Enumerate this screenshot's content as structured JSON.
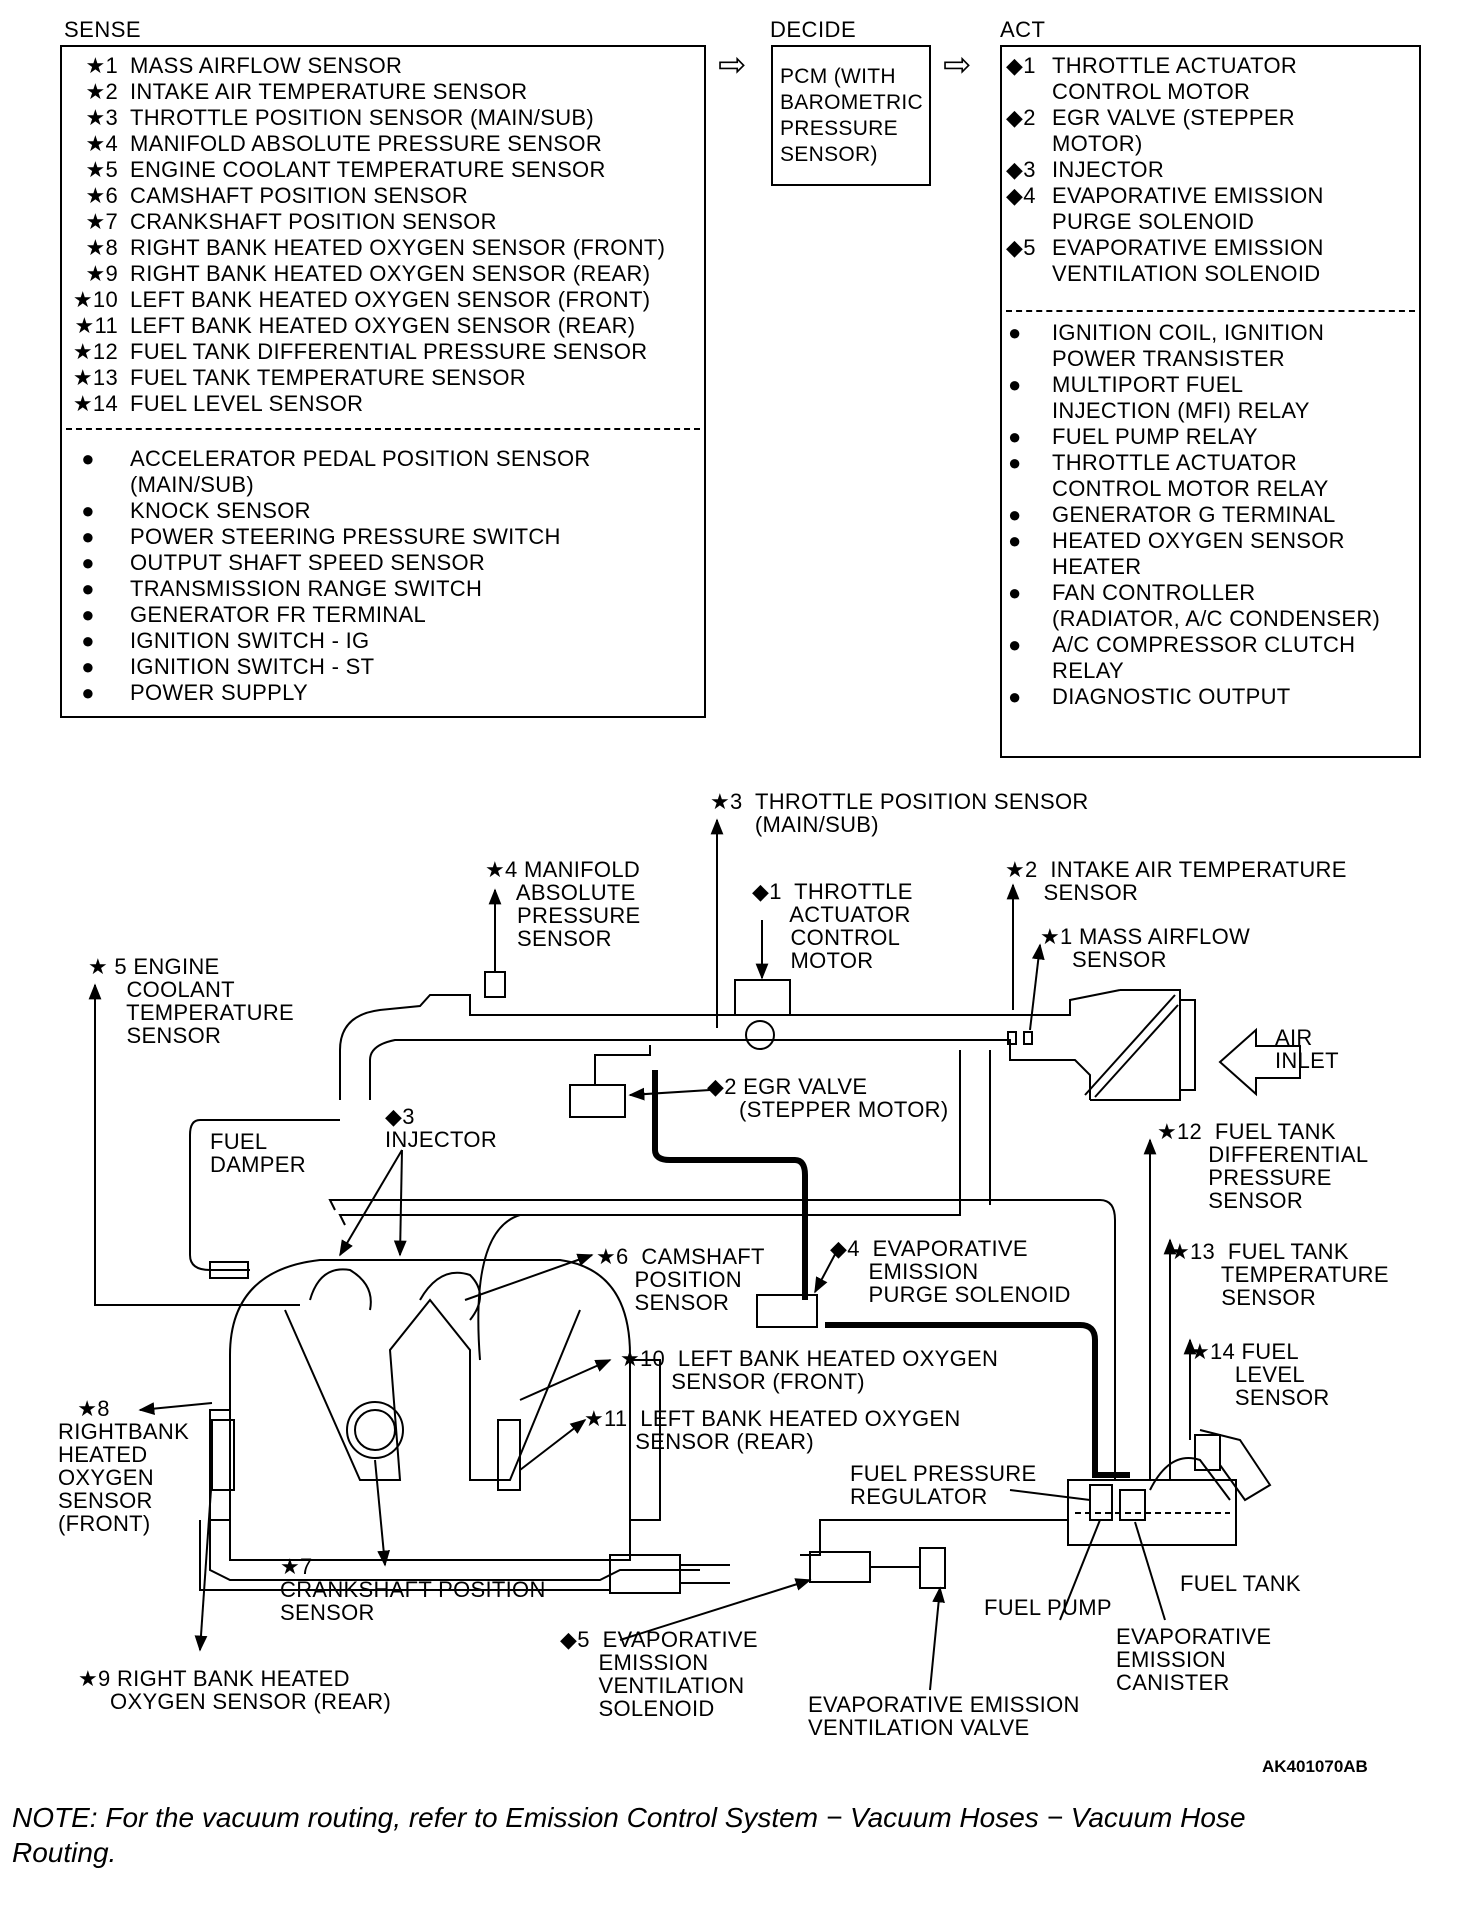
{
  "headers": {
    "sense": "SENSE",
    "decide": "DECIDE",
    "act": "ACT"
  },
  "decide_box": "PCM (WITH\nBAROMETRIC\nPRESSURE\nSENSOR)",
  "sense_primary": [
    {
      "mark": "★1",
      "text": "MASS AIRFLOW SENSOR"
    },
    {
      "mark": "★2",
      "text": "INTAKE AIR TEMPERATURE SENSOR"
    },
    {
      "mark": "★3",
      "text": "THROTTLE POSITION SENSOR (MAIN/SUB)"
    },
    {
      "mark": "★4",
      "text": "MANIFOLD ABSOLUTE PRESSURE SENSOR"
    },
    {
      "mark": "★5",
      "text": "ENGINE COOLANT TEMPERATURE SENSOR"
    },
    {
      "mark": "★6",
      "text": "CAMSHAFT POSITION SENSOR"
    },
    {
      "mark": "★7",
      "text": "CRANKSHAFT POSITION SENSOR"
    },
    {
      "mark": "★8",
      "text": "RIGHT BANK HEATED OXYGEN SENSOR (FRONT)"
    },
    {
      "mark": "★9",
      "text": "RIGHT BANK HEATED OXYGEN SENSOR (REAR)"
    },
    {
      "mark": "★10",
      "text": "LEFT BANK HEATED OXYGEN SENSOR (FRONT)"
    },
    {
      "mark": "★11",
      "text": "LEFT BANK HEATED OXYGEN SENSOR (REAR)"
    },
    {
      "mark": "★12",
      "text": "FUEL TANK DIFFERENTIAL PRESSURE SENSOR"
    },
    {
      "mark": "★13",
      "text": "FUEL TANK TEMPERATURE SENSOR"
    },
    {
      "mark": "★14",
      "text": "FUEL LEVEL SENSOR"
    }
  ],
  "sense_secondary": [
    {
      "mark": "●",
      "text": "ACCELERATOR PEDAL POSITION SENSOR"
    },
    {
      "mark": "",
      "text": "(MAIN/SUB)"
    },
    {
      "mark": "●",
      "text": "KNOCK SENSOR"
    },
    {
      "mark": "●",
      "text": "POWER STEERING PRESSURE SWITCH"
    },
    {
      "mark": "●",
      "text": "OUTPUT SHAFT SPEED SENSOR"
    },
    {
      "mark": "●",
      "text": "TRANSMISSION RANGE SWITCH"
    },
    {
      "mark": "●",
      "text": "GENERATOR FR TERMINAL"
    },
    {
      "mark": "●",
      "text": "IGNITION SWITCH - IG"
    },
    {
      "mark": "●",
      "text": "IGNITION SWITCH - ST"
    },
    {
      "mark": "●",
      "text": "POWER SUPPLY"
    }
  ],
  "act_primary": [
    {
      "mark": "◆1",
      "text": "THROTTLE ACTUATOR"
    },
    {
      "mark": "",
      "text": "CONTROL MOTOR"
    },
    {
      "mark": "◆2",
      "text": "EGR VALVE (STEPPER"
    },
    {
      "mark": "",
      "text": "MOTOR)"
    },
    {
      "mark": "◆3",
      "text": "INJECTOR"
    },
    {
      "mark": "◆4",
      "text": "EVAPORATIVE EMISSION"
    },
    {
      "mark": "",
      "text": "PURGE SOLENOID"
    },
    {
      "mark": "◆5",
      "text": "EVAPORATIVE EMISSION"
    },
    {
      "mark": "",
      "text": "VENTILATION SOLENOID"
    }
  ],
  "act_secondary": [
    {
      "mark": "●",
      "text": "IGNITION COIL, IGNITION"
    },
    {
      "mark": "",
      "text": "POWER TRANSISTER"
    },
    {
      "mark": "●",
      "text": "MULTIPORT FUEL"
    },
    {
      "mark": "",
      "text": "INJECTION (MFI) RELAY"
    },
    {
      "mark": "●",
      "text": "FUEL PUMP RELAY"
    },
    {
      "mark": "●",
      "text": "THROTTLE ACTUATOR"
    },
    {
      "mark": "",
      "text": "CONTROL MOTOR RELAY"
    },
    {
      "mark": "●",
      "text": "GENERATOR G TERMINAL"
    },
    {
      "mark": "●",
      "text": "HEATED OXYGEN SENSOR"
    },
    {
      "mark": "",
      "text": "HEATER"
    },
    {
      "mark": "●",
      "text": "FAN CONTROLLER"
    },
    {
      "mark": "",
      "text": "(RADIATOR, A/C CONDENSER)"
    },
    {
      "mark": "●",
      "text": "A/C COMPRESSOR CLUTCH"
    },
    {
      "mark": "",
      "text": "RELAY"
    },
    {
      "mark": "●",
      "text": "DIAGNOSTIC OUTPUT"
    }
  ],
  "labels": {
    "tps": "★3  THROTTLE POSITION SENSOR\n       (MAIN/SUB)",
    "map": "★4 MANIFOLD\n     ABSOLUTE\n     PRESSURE\n     SENSOR",
    "tacm": "◆1  THROTTLE\n      ACTUATOR\n      CONTROL\n      MOTOR",
    "iat": "★2  INTAKE AIR TEMPERATURE\n      SENSOR",
    "maf": "★1 MASS AIRFLOW\n     SENSOR",
    "ect": "★ 5 ENGINE\n      COOLANT\n      TEMPERATURE\n      SENSOR",
    "air_inlet": "AIR\nINLET",
    "egr": "◆2 EGR VALVE\n     (STEPPER MOTOR)",
    "fuel_damper": "FUEL\nDAMPER",
    "injector": "◆3\nINJECTOR",
    "ftdp": "★12  FUEL TANK\n        DIFFERENTIAL\n        PRESSURE\n        SENSOR",
    "cmp": "★6  CAMSHAFT\n      POSITION\n      SENSOR",
    "purge": "◆4  EVAPORATIVE\n      EMISSION\n      PURGE SOLENOID",
    "ftt": "★13  FUEL TANK\n        TEMPERATURE\n        SENSOR",
    "lbf": "★10  LEFT BANK HEATED OXYGEN\n        SENSOR (FRONT)",
    "fls": "★14 FUEL\n       LEVEL\n       SENSOR",
    "rbf": "   ★8\nRIGHTBANK\nHEATED\nOXYGEN\nSENSOR\n(FRONT)",
    "lbr": "★11  LEFT BANK HEATED OXYGEN\n        SENSOR (REAR)",
    "fpr": "FUEL PRESSURE\nREGULATOR",
    "ckp": "★7\nCRANKSHAFT POSITION\nSENSOR",
    "fuel_tank": "FUEL TANK",
    "fuel_pump": "FUEL PUMP",
    "vent_sol": "◆5  EVAPORATIVE\n      EMISSION\n      VENTILATION\n      SOLENOID",
    "canister": "EVAPORATIVE\nEMISSION\nCANISTER",
    "rbr": "★9 RIGHT BANK HEATED\n     OXYGEN SENSOR (REAR)",
    "vent_valve": "EVAPORATIVE EMISSION\nVENTILATION VALVE"
  },
  "figure_id": "AK401070AB",
  "note": "NOTE: For the vacuum routing, refer to Emission Control System − Vacuum Hoses − Vacuum Hose Routing."
}
